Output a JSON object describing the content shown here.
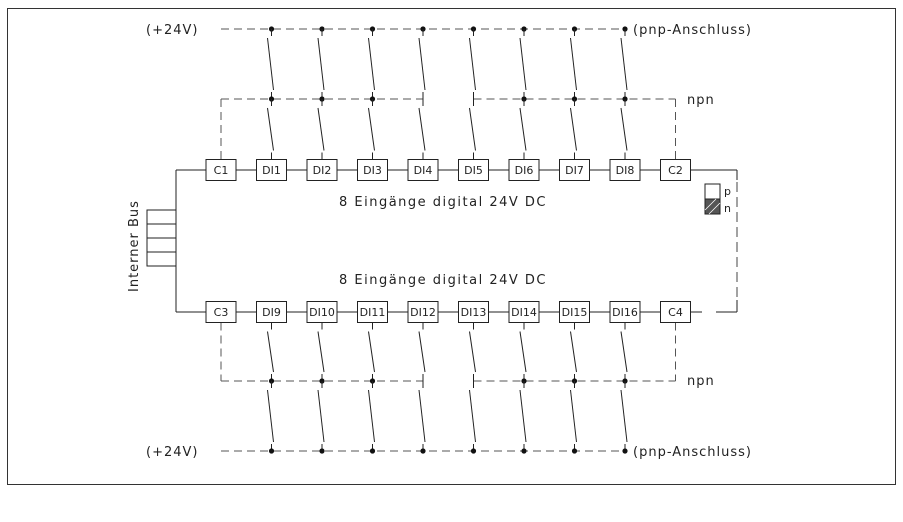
{
  "labels": {
    "supply_top": "(+24V)",
    "supply_bottom": "(+24V)",
    "pnp_top": "(pnp-Anschluss)",
    "pnp_bottom": "(pnp-Anschluss)",
    "npn_top": "npn",
    "npn_bottom": "npn",
    "title_top": "8 Eingänge digital 24V DC",
    "title_bottom": "8 Eingänge digital 24V DC",
    "bus": "Interner Bus",
    "switch_p": "p",
    "switch_n": "n"
  },
  "top_row": [
    "C1",
    "DI1",
    "DI2",
    "DI3",
    "DI4",
    "DI5",
    "DI6",
    "DI7",
    "DI8",
    "C2"
  ],
  "bottom_row": [
    "C3",
    "DI9",
    "DI10",
    "DI11",
    "DI12",
    "DI13",
    "DI14",
    "DI15",
    "DI16",
    "C4"
  ],
  "colors": {
    "line": "#222222",
    "dashed": "#555555",
    "frame": "#333333"
  }
}
